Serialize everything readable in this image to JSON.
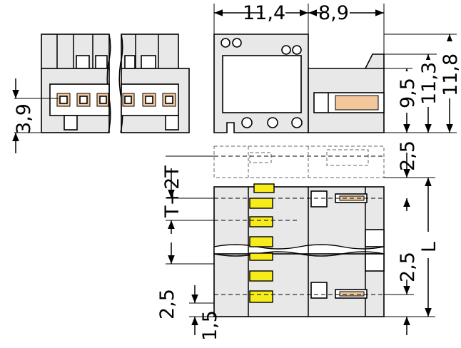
{
  "dimensions": {
    "width_front": "11,4",
    "width_side": "8,9",
    "height_a": "9,5",
    "height_b": "11,3",
    "height_c": "11,8",
    "pin_height": "3,9",
    "pitch_top": "2,5",
    "pitch_right": "2,5",
    "pitch_left": "2,5",
    "offset": "1,5",
    "pitch_formula": "T+2T",
    "length": "L"
  }
}
